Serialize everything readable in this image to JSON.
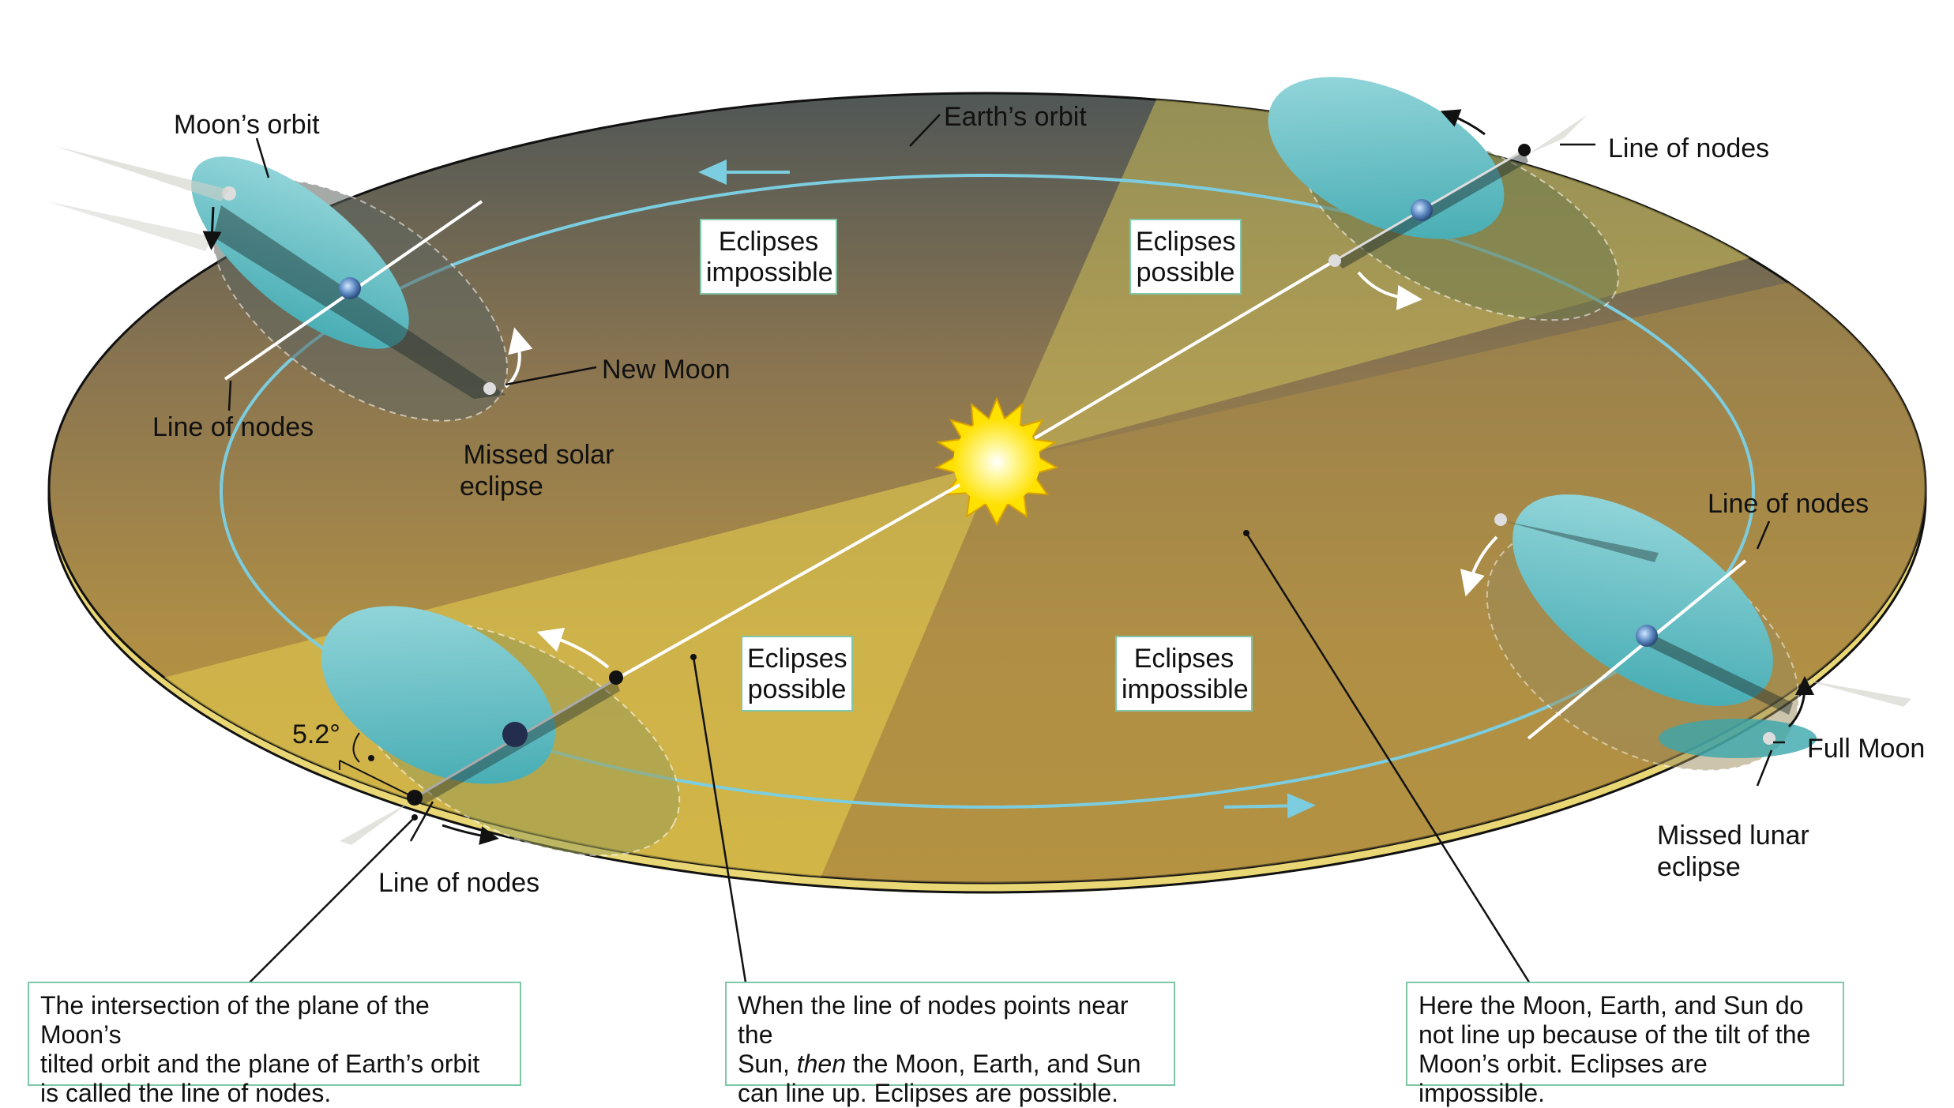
{
  "labels": {
    "moons_orbit": "Moon’s orbit",
    "earths_orbit": "Earth’s orbit",
    "line_of_nodes_topright": "Line of nodes",
    "line_of_nodes_left": "Line of nodes",
    "line_of_nodes_right": "Line of nodes",
    "line_of_nodes_bottom": "Line of nodes",
    "new_moon": "New Moon",
    "missed_solar_1": "Missed solar",
    "missed_solar_2": "eclipse",
    "full_moon": "Full Moon",
    "missed_lunar_1": "Missed lunar",
    "missed_lunar_2": "eclipse",
    "angle": "5.2°"
  },
  "regions": {
    "top_left_1": "Eclipses",
    "top_left_2": "impossible",
    "top_right_1": "Eclipses",
    "top_right_2": "possible",
    "bottom_left_1": "Eclipses",
    "bottom_left_2": "possible",
    "bottom_right_1": "Eclipses",
    "bottom_right_2": "impossible"
  },
  "captions": {
    "left": "The intersection of the plane of the Moon’s\ntilted orbit and the plane of Earth’s orbit\nis called the line of nodes.",
    "middle_1": "When the line of nodes points near the",
    "middle_2_a": "Sun, ",
    "middle_2_em": "then",
    "middle_2_b": " the Moon, Earth, and Sun",
    "middle_3": "can line up. Eclipses are possible.",
    "right": "Here the Moon, Earth, and Sun do\nnot line up because of the tilt of the\nMoon’s orbit. Eclipses are impossible."
  },
  "colors": {
    "disk_dark": "#5a5e5b",
    "disk_gold": "#b59440",
    "wedge_yellow": "#e8d25a",
    "orbit_blue": "#7ccde0",
    "moon_orbit_teal": "#5ab8c0",
    "sun": "#ffe600",
    "callout_border": "#7fc7a7"
  }
}
